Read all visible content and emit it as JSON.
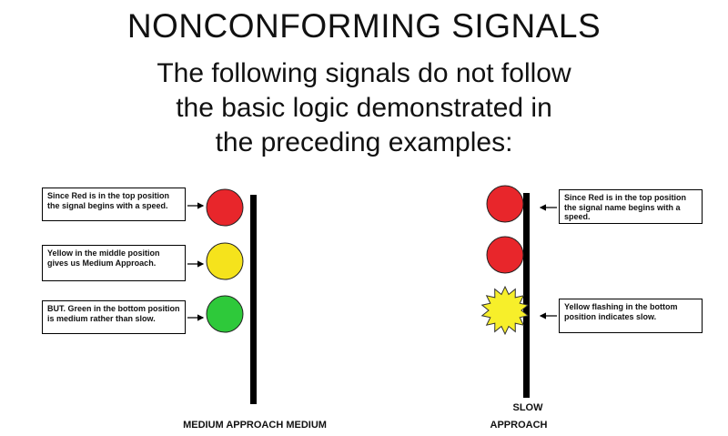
{
  "title": "NONCONFORMING SIGNALS",
  "subtitle_lines": [
    "The following signals do not follow",
    "the basic logic demonstrated in",
    "the preceding examples:"
  ],
  "left_signal": {
    "notes": [
      "Since Red is in the top position the signal begins with a speed.",
      "Yellow in the middle position gives us Medium Approach.",
      "BUT. Green in the bottom position is medium rather than slow."
    ],
    "caption": "MEDIUM APPROACH MEDIUM",
    "lamp_colors": [
      "#e8262b",
      "#f5e31c",
      "#2ec93a"
    ]
  },
  "right_signal": {
    "notes": [
      "Since Red is in the top position the signal name begins with a speed.",
      "Yellow flashing in the bottom position indicates slow."
    ],
    "caption_top": "SLOW",
    "caption_bottom": "APPROACH",
    "lamp_colors": [
      "#e8262b",
      "#e8262b",
      "#f7ef2a"
    ],
    "flashing_lamp": "bottom"
  }
}
